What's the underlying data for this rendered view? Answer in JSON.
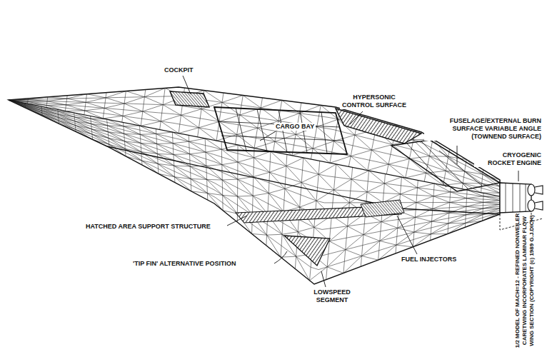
{
  "diagram": {
    "caption": "1/2 MODEL OF MACH=12 - REFINED NONWEILER CARETWING INCORPORATES LAMINAR FLOW WING SECTION (COPYRIGHT (c) 1989 G.J.DICK)",
    "labels": [
      "COCKPIT",
      "CARGO BAY",
      "HYPERSONIC CONTROL SURFACE",
      "FUSELAGE/EXTERNAL BURN SURFACE VARIABLE ANGLE (TOWNEND SURFACE)",
      "CRYOGENIC ROCKET ENGINE",
      "HATCHED AREA SUPPORT STRUCTURE",
      "'TIP FIN' ALTERNATIVE POSITION",
      "FUEL INJECTORS",
      "LOWSPEED SEGMENT"
    ]
  }
}
